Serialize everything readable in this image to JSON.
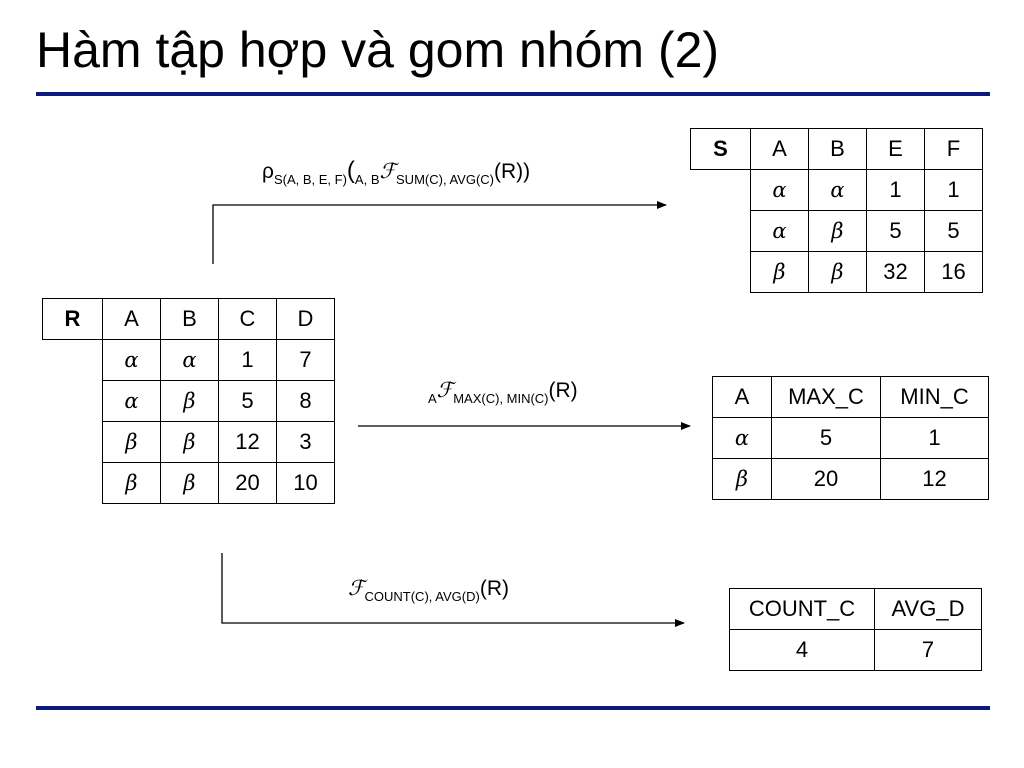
{
  "slide": {
    "title": "Hàm tập hợp và gom nhóm (2)"
  },
  "colors": {
    "rule": "#0a1a80",
    "text": "#000000"
  },
  "expressions": {
    "rename": {
      "rho": "ρ",
      "rho_sub": "S(A, B, E, F)",
      "open_paren": "(",
      "group_sub": "A, B",
      "script": "ℱ",
      "func_sub": "SUM(C), AVG(C)",
      "arg": "(R))"
    },
    "max_min": {
      "group_sub": "A",
      "script": "ℱ",
      "func_sub": "MAX(C), MIN(C)",
      "arg": "(R)"
    },
    "count_avg": {
      "script": "ℱ",
      "func_sub": "COUNT(C), AVG(D)",
      "arg": "(R)"
    }
  },
  "tables": {
    "r": {
      "name": "R",
      "headers": [
        "A",
        "B",
        "C",
        "D"
      ],
      "rows": [
        [
          "α",
          "α",
          "1",
          "7"
        ],
        [
          "α",
          "β",
          "5",
          "8"
        ],
        [
          "β",
          "β",
          "12",
          "3"
        ],
        [
          "β",
          "β",
          "20",
          "10"
        ]
      ]
    },
    "s": {
      "name": "S",
      "headers": [
        "A",
        "B",
        "E",
        "F"
      ],
      "rows": [
        [
          "α",
          "α",
          "1",
          "1"
        ],
        [
          "α",
          "β",
          "5",
          "5"
        ],
        [
          "β",
          "β",
          "32",
          "16"
        ]
      ]
    },
    "max_min": {
      "headers": [
        "A",
        "MAX_C",
        "MIN_C"
      ],
      "rows": [
        [
          "α",
          "5",
          "1"
        ],
        [
          "β",
          "20",
          "12"
        ]
      ]
    },
    "count_avg": {
      "headers": [
        "COUNT_C",
        "AVG_D"
      ],
      "rows": [
        [
          "4",
          "7"
        ]
      ]
    }
  }
}
